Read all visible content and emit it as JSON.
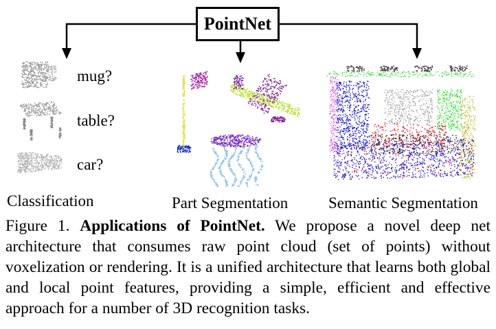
{
  "figure": {
    "center_label": "PointNet",
    "panels": {
      "classification": {
        "label": "Classification",
        "queries": [
          "mug?",
          "table?",
          "car?"
        ]
      },
      "part_segmentation": {
        "label": "Part Segmentation"
      },
      "semantic_segmentation": {
        "label": "Semantic Segmentation"
      }
    }
  },
  "caption": {
    "prefix": "Figure 1.",
    "title": "Applications of PointNet.",
    "body": "We propose a novel deep net architecture that consumes raw point cloud (set of points) without voxelization or rendering.  It is a unified architecture that learns both global and local point features, providing a simple, efficient and effective approach for a number of 3D recognition tasks."
  },
  "colors": {
    "lamp_shade": "#a020a0",
    "lamp_pole": "#e0e040",
    "lamp_base": "#1030c0",
    "plane_body": "#b8e030",
    "plane_wing": "#7a2090",
    "table_top": "#7a30c8",
    "table_legs": "#90c0e8",
    "scene_green": "#40e040",
    "scene_blue": "#1010d0",
    "scene_red": "#e01020",
    "scene_gray": "#a8a8a8",
    "scene_pink": "#e060e0",
    "scene_olive": "#c0c040"
  }
}
